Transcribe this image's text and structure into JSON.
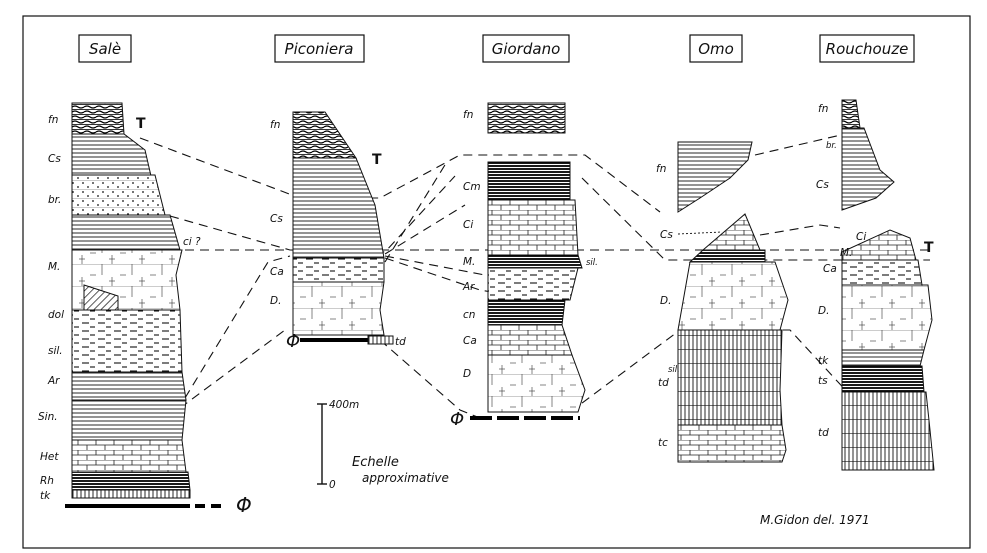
{
  "columns": [
    {
      "title": "Salè",
      "labels": [
        "fn",
        "Cs",
        "br.",
        "M.",
        "dol",
        "sil.",
        "Ar",
        "Sin.",
        "Het",
        "Rh",
        "tk"
      ],
      "extra_labels": [
        "ci ?"
      ]
    },
    {
      "title": "Piconiera",
      "labels": [
        "fn",
        "Cs",
        "Ca",
        "D."
      ],
      "extra_labels": [
        "td"
      ]
    },
    {
      "title": "Giordano",
      "labels": [
        "fn",
        "Cm",
        "Ci",
        "M.",
        "Ar",
        "cn",
        "Ca",
        "D"
      ],
      "extra_labels": [
        "sil."
      ]
    },
    {
      "title": "Omo",
      "labels": [
        "fn",
        "Cs",
        "D.",
        "td",
        "tc"
      ],
      "extra_labels": [
        "sil."
      ]
    },
    {
      "title": "Rouchouze",
      "labels": [
        "fn",
        "Cs",
        "Ca",
        "D.",
        "tk",
        "ts",
        "td"
      ],
      "extra_labels": [
        "br.",
        "Ci",
        "M."
      ]
    }
  ],
  "symbols": {
    "phi": "Φ",
    "t_mark": "T"
  },
  "scale": {
    "top_label": "400m",
    "bottom_label": "0",
    "caption_line1": "Echelle",
    "caption_line2": "approximative"
  },
  "credit": "M.Gidon del. 1971"
}
